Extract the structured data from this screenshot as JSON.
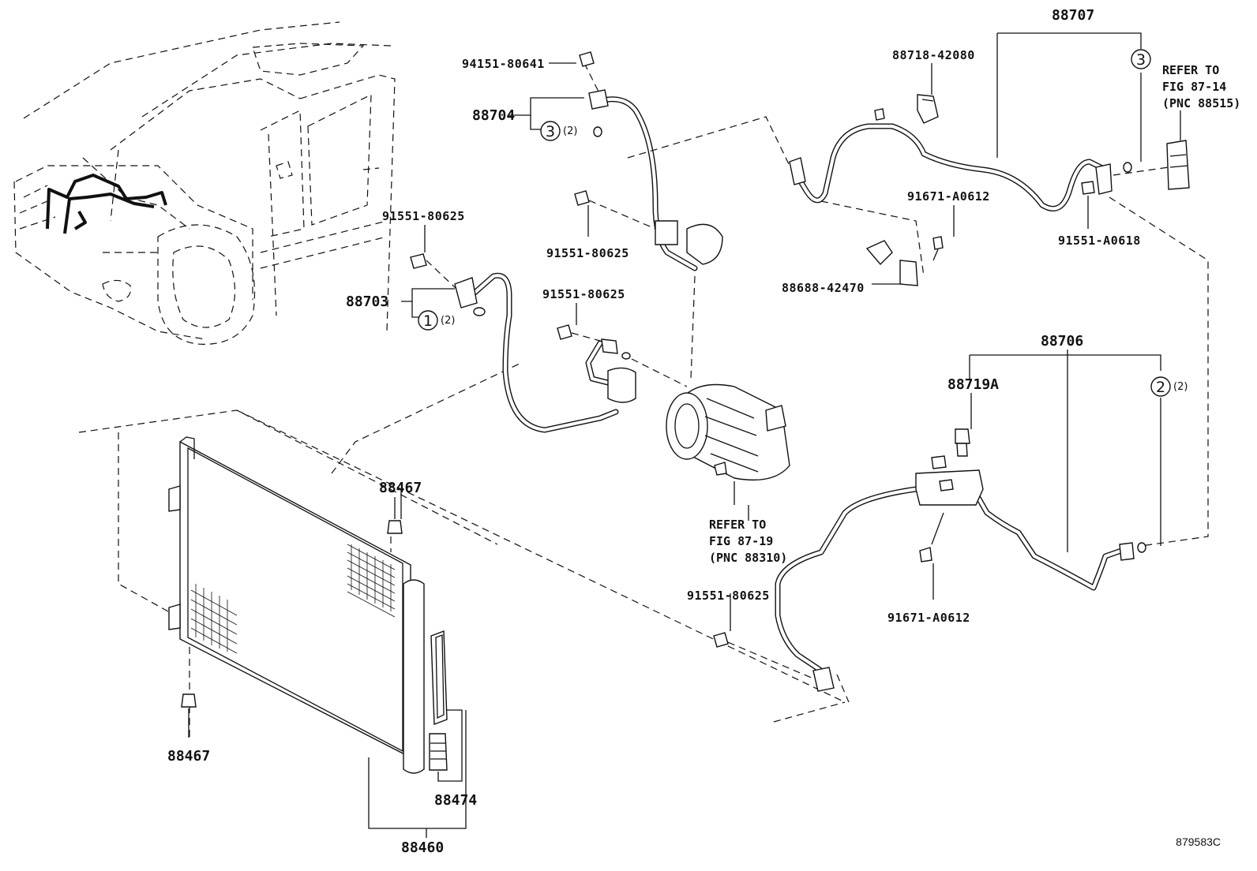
{
  "figure_id": "879583C",
  "labels": {
    "p94151_80641": "94151-80641",
    "p88704": "88704",
    "p88703": "88703",
    "p91551_80625_a": "91551-80625",
    "p91551_80625_b": "91551-80625",
    "p91551_80625_c": "91551-80625",
    "p91551_80625_d": "91551-80625",
    "p88707": "88707",
    "p88718_42080": "88718-42080",
    "p91671_A0612_a": "91671-A0612",
    "p91671_A0612_b": "91671-A0612",
    "p91551_A0618": "91551-A0618",
    "p88688_42470": "88688-42470",
    "p88706": "88706",
    "p88719A": "88719A",
    "p88467_top": "88467",
    "p88467_bottom": "88467",
    "p88474": "88474",
    "p88460": "88460"
  },
  "callouts": {
    "c1": "1",
    "c2": "2",
    "c3a": "3",
    "c3b": "3",
    "qty_88704": "(2)",
    "qty_88703": "(2)",
    "qty_88706": "(2)"
  },
  "references": {
    "compressor": [
      "REFER TO",
      "FIG 87-19",
      "(PNC 88310)"
    ],
    "expansion_valve": [
      "REFER TO",
      "FIG 87-14",
      "(PNC 88515)"
    ]
  }
}
